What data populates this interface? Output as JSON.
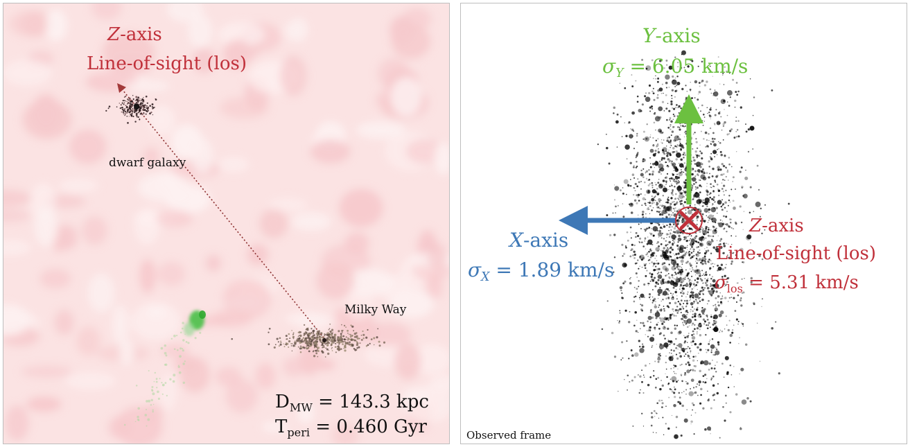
{
  "left_panel": {
    "z_axis_italic": "Z",
    "z_axis_rest": "-axis",
    "los_label": "Line-of-sight (los)",
    "dwarf_label": "dwarf galaxy",
    "mw_label": "Milky Way",
    "d_symbol": "D",
    "d_sub": "MW",
    "d_value": " = 143.3 kpc",
    "t_symbol": "T",
    "t_sub": "peri",
    "t_value": " =  0.460 Gyr"
  },
  "right_panel": {
    "y_axis_italic": "Y",
    "y_axis_rest": "-axis",
    "sigma_y_sym": "σ",
    "sigma_y_sub": "Y",
    "sigma_y_value": " = 6.05 km/s",
    "x_axis_italic": "X",
    "x_axis_rest": "-axis",
    "sigma_x_sym": "σ",
    "sigma_x_sub": "X",
    "sigma_x_value": " = 1.89 km/s",
    "z_axis_italic": "Z",
    "z_axis_rest": "-axis",
    "los_label": "Line-of-sight (los)",
    "sigma_los_sym": "σ",
    "sigma_los_sub": "los",
    "sigma_los_value": " = 5.31 km/s",
    "frame_label": "Observed frame"
  },
  "colors": {
    "red": "#c0303a",
    "green": "#6cc040",
    "blue": "#3e78b6",
    "background_pink": "#fbe3e3"
  }
}
